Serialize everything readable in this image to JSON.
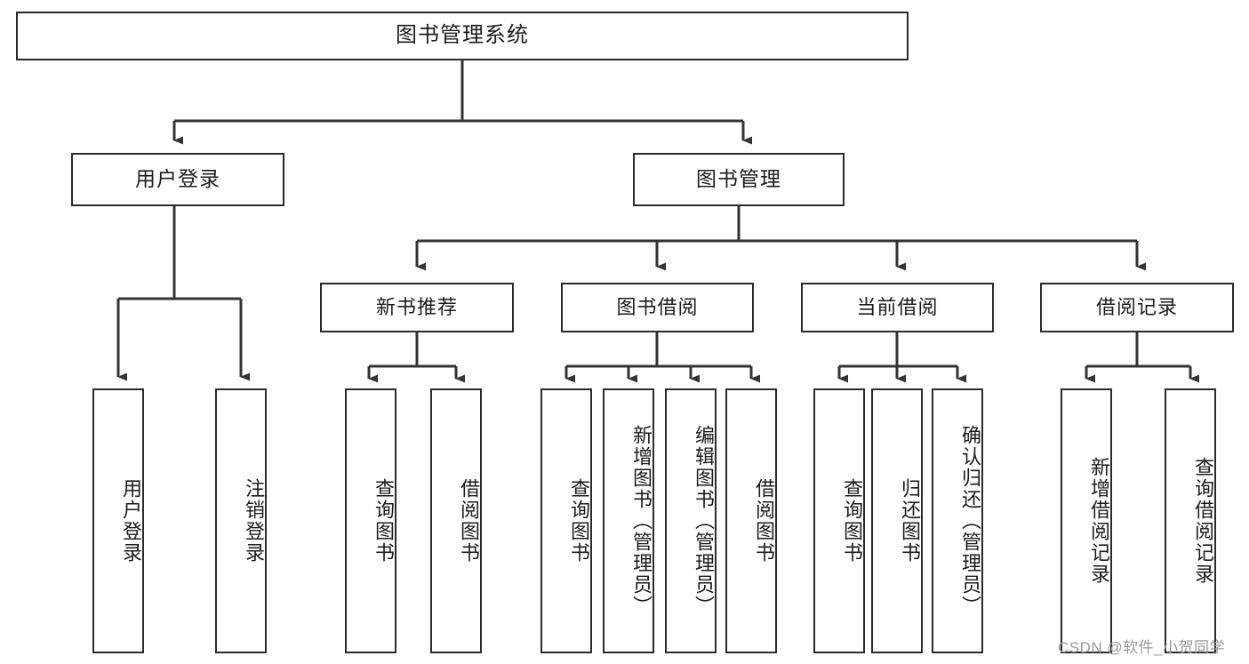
{
  "title": "图书管理系统",
  "watermark": "CSDN @软件_小贺同学",
  "colors": {
    "background": "#ffffff",
    "box_border": "#2b2b2b",
    "text": "#1c1c1c",
    "edge": "#333333",
    "watermark": "#9a9a9a"
  },
  "tree": {
    "root": {
      "label": "图书管理系统"
    },
    "level2": [
      {
        "label": "用户登录"
      },
      {
        "label": "图书管理"
      }
    ],
    "level3": [
      {
        "label": "新书推荐"
      },
      {
        "label": "图书借阅"
      },
      {
        "label": "当前借阅"
      },
      {
        "label": "借阅记录"
      }
    ],
    "leaves": {
      "user_login": [
        {
          "label": "用户登录"
        },
        {
          "label": "注销登录"
        }
      ],
      "new_book_recommend": [
        {
          "label": "查询图书"
        },
        {
          "label": "借阅图书"
        }
      ],
      "book_borrow": [
        {
          "label": "查询图书"
        },
        {
          "label": "新增图书（管理员）"
        },
        {
          "label": "编辑图书（管理员）"
        },
        {
          "label": "借阅图书"
        }
      ],
      "current_borrow": [
        {
          "label": "查询图书"
        },
        {
          "label": "归还图书"
        },
        {
          "label": "确认归还（管理员）"
        }
      ],
      "borrow_record": [
        {
          "label": "新增借阅记录"
        },
        {
          "label": "查询借阅记录"
        }
      ]
    }
  }
}
